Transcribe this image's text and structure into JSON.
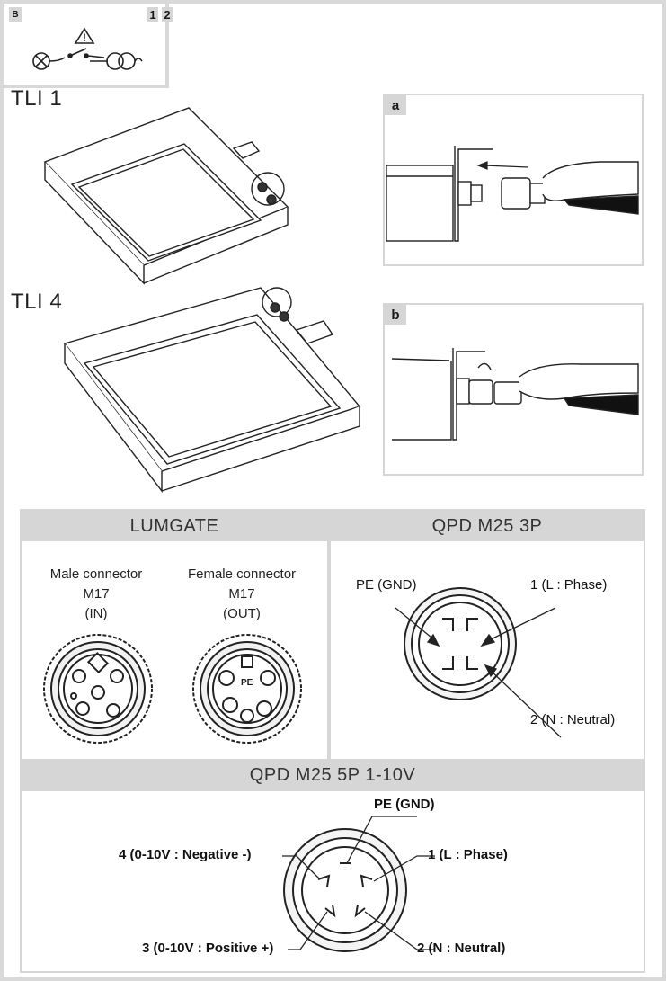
{
  "wiring_box": {
    "tag": "B",
    "steps": [
      "1",
      "2"
    ]
  },
  "models": {
    "tli1": "TLI 1",
    "tli4": "TLI 4"
  },
  "panels": {
    "a": "a",
    "b": "b"
  },
  "lumgate": {
    "header": "LUMGATE",
    "male": {
      "line1": "Male connector",
      "line2": "M17",
      "line3": "(IN)"
    },
    "female": {
      "line1": "Female connector",
      "line2": "M17",
      "line3": "(OUT)"
    },
    "female_pin_text": "PE"
  },
  "qpd_3p": {
    "header": "QPD M25 3P",
    "pins": {
      "pe": "PE (GND)",
      "l": "1 (L : Phase)",
      "n": "2 (N : Neutral)"
    }
  },
  "qpd_5p": {
    "header": "QPD M25 5P  1-10V",
    "pins": {
      "pe": "PE (GND)",
      "l": "1 (L : Phase)",
      "neg": "4 (0-10V : Negative -)",
      "pos": "3 (0-10V : Positive +)",
      "n": "2 (N : Neutral)"
    }
  }
}
